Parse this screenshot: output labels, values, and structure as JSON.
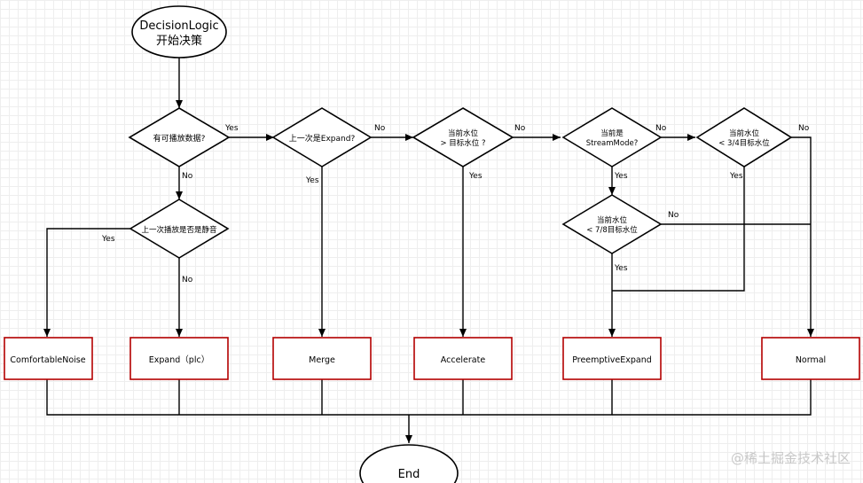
{
  "start": {
    "line1": "DecisionLogic",
    "line2": "开始决策"
  },
  "end": {
    "label": "End"
  },
  "decisions": {
    "d1": "有可播放数据?",
    "d2": "上一次播放是否是静音",
    "d3": "上一次是Expand?",
    "d4": {
      "line1": "当前水位",
      "line2": "> 目标水位 ?"
    },
    "d5": {
      "line1": "当前是",
      "line2": "StreamMode?"
    },
    "d6": {
      "line1": "当前水位",
      "line2": "< 7/8目标水位"
    },
    "d7": {
      "line1": "当前水位",
      "line2": "< 3/4目标水位"
    }
  },
  "processes": {
    "comfortable_noise": "ComfortableNoise",
    "expand": "Expand（plc）",
    "merge": "Merge",
    "accelerate": "Accelerate",
    "preemptive_expand": "PreemptiveExpand",
    "normal": "Normal"
  },
  "edge_labels": {
    "d1_yes": "Yes",
    "d1_no": "No",
    "d2_yes": "Yes",
    "d2_no": "No",
    "d3_no": "No",
    "d3_yes": "Yes",
    "d4_no": "No",
    "d4_yes": "Yes",
    "d5_no": "No",
    "d5_yes": "Yes",
    "d6_no": "No",
    "d6_yes": "Yes",
    "d7_no": "No",
    "d7_yes": "Yes"
  },
  "watermark": "@稀土掘金技术社区"
}
